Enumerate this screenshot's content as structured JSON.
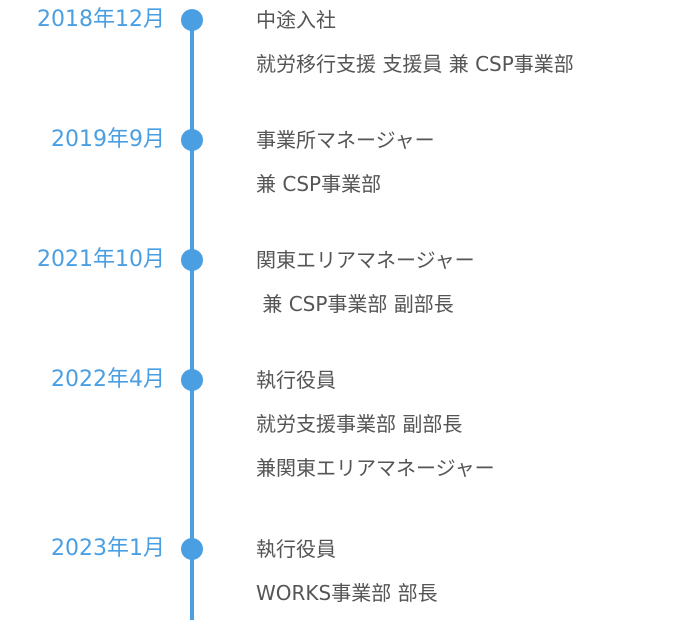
{
  "timeline": [
    {
      "date": "2018年12月",
      "lines": [
        "中途入社",
        "就労移行支援 支援員 兼 CSP事業部"
      ]
    },
    {
      "date": "2019年9月",
      "lines": [
        "事業所マネージャー",
        "兼 CSP事業部"
      ]
    },
    {
      "date": "2021年10月",
      "lines": [
        "関東エリアマネージャー",
        " 兼 CSP事業部 副部長"
      ]
    },
    {
      "date": "2022年4月",
      "lines": [
        "執行役員",
        "就労支援事業部 副部長",
        "兼関東エリアマネージャー"
      ]
    },
    {
      "date": "2023年1月",
      "lines": [
        "執行役員",
        "WORKS事業部 部長"
      ]
    }
  ],
  "colors": {
    "accent": "#4a9fe3",
    "text": "#555555"
  }
}
